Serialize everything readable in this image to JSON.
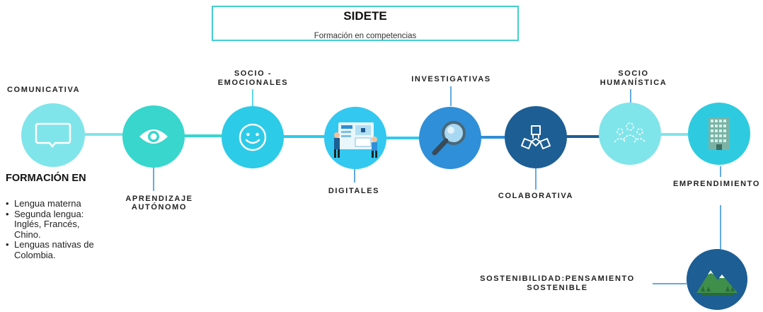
{
  "header": {
    "title": "SIDETE",
    "subtitle": "Formación en competencias"
  },
  "nodes": [
    {
      "label": "COMUNICATIVA",
      "icon": "speech-bubble-icon",
      "color": "#7fe5ea"
    },
    {
      "label": "APRENDIZAJE\nAUTÓNOMO",
      "icon": "eye-icon",
      "color": "#38d6cc"
    },
    {
      "label": "SOCIO -\nEMOCIONALES",
      "icon": "smiley-icon",
      "color": "#2ccbe8"
    },
    {
      "label": "DIGITALES",
      "icon": "digital-workers-icon",
      "color": "#33c8f0"
    },
    {
      "label": "INVESTIGATIVAS",
      "icon": "magnifier-icon",
      "color": "#2f8fd8"
    },
    {
      "label": "COLABORATIVA",
      "icon": "hands-icon",
      "color": "#1d5e94"
    },
    {
      "label": "SOCIO\nHUMANÍSTICA",
      "icon": "people-group-icon",
      "color": "#7fe5ea"
    },
    {
      "label": "EMPRENDIMIENTO",
      "icon": "building-icon",
      "color": "#2ecbe0"
    },
    {
      "label": "SOSTENIBILIDAD:PENSAMIENTO\nSOSTENIBLE",
      "icon": "mountain-icon",
      "color": "#1d5e94"
    }
  ],
  "formacion": {
    "heading": "FORMACIÓN EN",
    "items": [
      "Lengua materna",
      "Segunda lengua: Inglés, Francés, Chino.",
      "Lenguas nativas de Colombia."
    ]
  }
}
